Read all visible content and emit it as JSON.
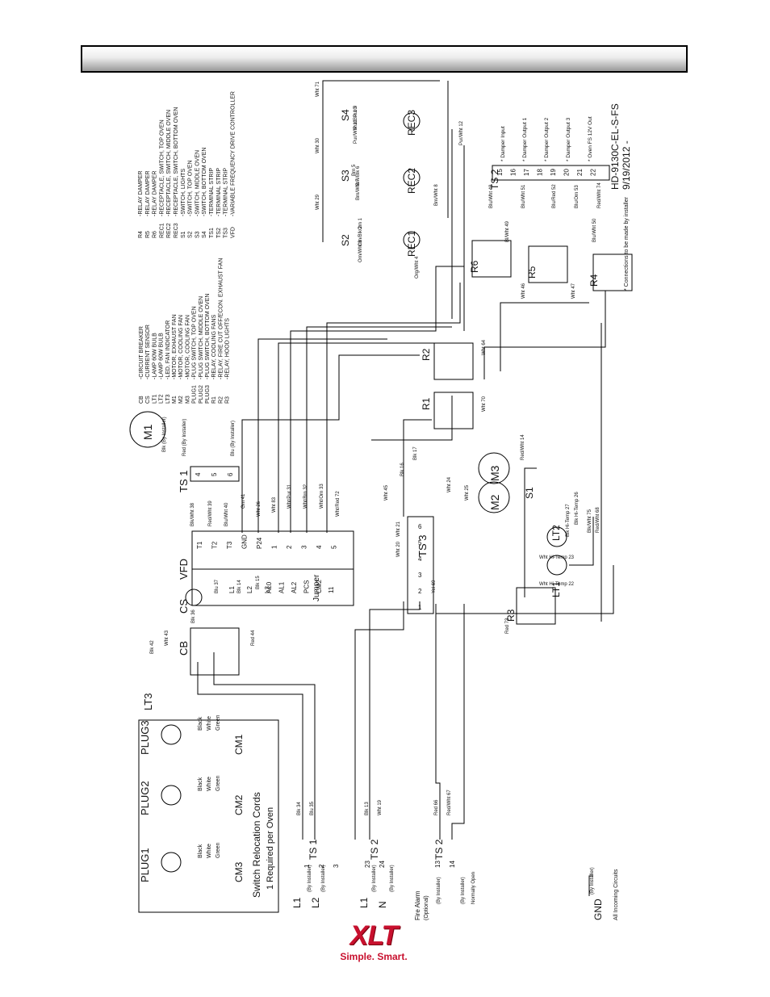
{
  "page": {
    "title": ""
  },
  "diagram": {
    "drawing_number": "HD-9130C-EL-S-FS",
    "date": "9/19/2012 -",
    "note": "* Connections to be made by installer",
    "legend_left": [
      {
        "code": "CB",
        "desc": "-CIRCUIT BREAKER"
      },
      {
        "code": "CS",
        "desc": "-CURRENT SENSOR"
      },
      {
        "code": "LT1",
        "desc": "-LAMP 60W BULB"
      },
      {
        "code": "LT2",
        "desc": "-LAMP 60W BULB"
      },
      {
        "code": "LT3",
        "desc": "-LED, FAN INDICATOR"
      },
      {
        "code": "M1",
        "desc": "-MOTOR, EXHAUST FAN"
      },
      {
        "code": "M2",
        "desc": "-MOTOR, COOLING FAN"
      },
      {
        "code": "M3",
        "desc": "-MOTOR, COOLING FAN"
      },
      {
        "code": "PLUG1",
        "desc": "-PLUG SWITCH, TOP OVEN"
      },
      {
        "code": "PLUG2",
        "desc": "-PLUG SWITCH, MIDDLE OVEN"
      },
      {
        "code": "PLUG3",
        "desc": "-PLUG SWITCH, BOTTOM OVEN"
      },
      {
        "code": "R1",
        "desc": "-RELAY, COOLING FANS"
      },
      {
        "code": "R2",
        "desc": "-RELAY, FIRE CUT OFF/ECON. EXHAUST FAN"
      },
      {
        "code": "R3",
        "desc": "-RELAY, HOOD LIGHTS"
      }
    ],
    "legend_right": [
      {
        "code": "R4",
        "desc": "-RELAY DAMPER"
      },
      {
        "code": "R5",
        "desc": "-RELAY DAMPER"
      },
      {
        "code": "R6",
        "desc": "-RELAY DAMPER"
      },
      {
        "code": "REC1",
        "desc": "-RECEPTACLE, SWITCH, TOP OVEN"
      },
      {
        "code": "REC2",
        "desc": "-RECEPTACLE, SWITCH, MIDDLE OVEN"
      },
      {
        "code": "REC3",
        "desc": "-RECEPTACLE, SWITCH, BOTTOM OVEN"
      },
      {
        "code": "S1",
        "desc": "-SWITCH, LIGHTS"
      },
      {
        "code": "S2",
        "desc": "-SWITCH, TOP OVEN"
      },
      {
        "code": "S3",
        "desc": "-SWITCH, MIDDLE OVEN"
      },
      {
        "code": "S4",
        "desc": "-SWITCH, BOTTOM OVEN"
      },
      {
        "code": "TS1",
        "desc": "-TERMINAL STRIP"
      },
      {
        "code": "TS2",
        "desc": "-TERMINAL STRIP"
      },
      {
        "code": "TS3",
        "desc": "-TERMINAL STRIP"
      },
      {
        "code": "VFD",
        "desc": "-VARIABLE FREQUENCY DRIVE CONTROLLER"
      }
    ],
    "relocation": {
      "title": "Switch Relocation Cords",
      "subtitle": "1 Required per Oven",
      "plugs": [
        "PLUG1",
        "PLUG2",
        "PLUG3"
      ],
      "cms": [
        "CM3",
        "CM2",
        "CM1"
      ],
      "wires": [
        "Black",
        "White",
        "Green"
      ]
    },
    "components": {
      "cb": "CB",
      "cs": "CS",
      "lt3": "LT3",
      "vfd": "VFD",
      "m1": "M1",
      "m2": "M2",
      "m3": "M3",
      "ts1": "TS 1",
      "ts2": "TS 2",
      "ts3": "TS 3",
      "r1": "R1",
      "r2": "R2",
      "r3": "R3",
      "r4": "R4",
      "r5": "R5",
      "r6": "R6",
      "s1": "S1",
      "s2": "S2",
      "s3": "S3",
      "s4": "S4",
      "rec1": "REC1",
      "rec2": "REC2",
      "rec3": "REC3",
      "lt1": "LT1",
      "lt2": "LT2",
      "jumper": "Jumper"
    },
    "vfd_left_terms": [
      "L1",
      "L2",
      "L3",
      "AL0",
      "AL1",
      "AL2",
      "PCS",
      "CM2",
      "11"
    ],
    "vfd_right_terms": [
      "T1",
      "T2",
      "T3",
      "GND",
      "P24",
      "1",
      "2",
      "3",
      "4",
      "5"
    ],
    "ts1_left_terms": [
      "1",
      "2",
      "3"
    ],
    "ts1_top_terms": [
      "4",
      "5",
      "6"
    ],
    "ts2_left_terms": [
      "23",
      "24"
    ],
    "ts2_fire_terms": [
      "13",
      "14"
    ],
    "ts2_right_terms": [
      "15",
      "16",
      "17",
      "18",
      "19",
      "20",
      "21",
      "22"
    ],
    "ts2_right_labels": [
      "* Damper Input",
      "* Damper Output 1",
      "* Damper Output 2",
      "* Damper Output 3",
      "* Oven FS 12V Out"
    ],
    "ts3_terms": [
      "6",
      "5",
      "4",
      "3",
      "2",
      "1"
    ],
    "wires": {
      "blk34": "Blk 34",
      "blu35": "Blu 35",
      "blk13": "Blk 13",
      "wht19": "Wht 19",
      "red66": "Red 66",
      "redwht67": "Red/Wht 67",
      "blk42": "Blk 42",
      "wht43": "Wht 43",
      "blk36": "Blk 36",
      "blu37": "Blu 37",
      "red44": "Red 44",
      "blk14": "Blk 14",
      "blk15": "Blk 15",
      "blkwht38": "Blk/Wht 38",
      "redwht39": "Red/Wht 39",
      "bluwht40": "Blu/Wht 40",
      "grn41": "Grn 41",
      "wht26": "Wht 26",
      "wht83": "Wht 83",
      "whtpur31": "Wht/Pur 31",
      "whtbrn32": "Wht/Brn 32",
      "whtorn33": "Wht/Orn 33",
      "whtred72": "Wht/Red 72",
      "blkinst": "Blk (By Installer)",
      "redinst": "Red (By Installer)",
      "bluinst": "Blu (By Installer)",
      "wht45": "Wht 45",
      "blk16": "Blk 16",
      "blk17": "Blk 17",
      "wht24": "Wht 24",
      "wht25": "Wht 25",
      "wht20": "Wht 20",
      "wht21": "Wht 21",
      "yel69": "Yel 69",
      "red73": "Red 73",
      "whthi22": "Wht Hi-Temp 22",
      "whthi23": "Wht Hi-Temp 23",
      "blkhi26": "Blk Hi-Temp 26",
      "blkhi27": "Blk Hi-Temp 27",
      "blkwht75": "Blk/Wht 75",
      "redwht68": "Red/Wht 68",
      "redwht14": "Red/Wht 14",
      "wht70": "Wht 70",
      "wht64": "Wht 64",
      "wht47": "Wht 47",
      "wht46": "Wht 46",
      "orn1": "Orn 1",
      "ornblk2": "Orn/Blk 2",
      "ornwht3": "Orn/Wht 3",
      "orgwht4": "Org/Wht 4",
      "brn5": "Brn 5",
      "brnblk6": "Brn/Blk 6",
      "brnwht7": "Brn/Wht 7",
      "brnwht8": "Brn/Wht 8",
      "pur9": "Pur 9",
      "purblk10": "Pur/Blk 10",
      "purwht11": "Pur/Wht 11",
      "purwht12": "Pur/Wht 12",
      "wht29": "Wht 29",
      "wht30": "Wht 30",
      "wht71": "Wht 71",
      "bluwht48": "Blu/Wht 48",
      "bluwht49": "Bl/Wht 49",
      "bluwht50": "Blu/Wht 50",
      "bluwht51": "Blu/Wht 51",
      "blured52": "Blu/Red 52",
      "bluorn53": "Blu/Orn 53",
      "redwht74": "Red/Wht 74"
    },
    "inputs": {
      "l1": "L1",
      "l2": "L2",
      "n": "N",
      "by_installer": "(By Installer)",
      "fire_alarm": "Fire Alarm",
      "optional": "(Optional)",
      "normally_open": "Normally Open",
      "gnd": "GND",
      "all_incoming": "All Incoming Circuits"
    }
  },
  "logo": {
    "mark": "XLT",
    "tagline": "Simple. Smart."
  }
}
